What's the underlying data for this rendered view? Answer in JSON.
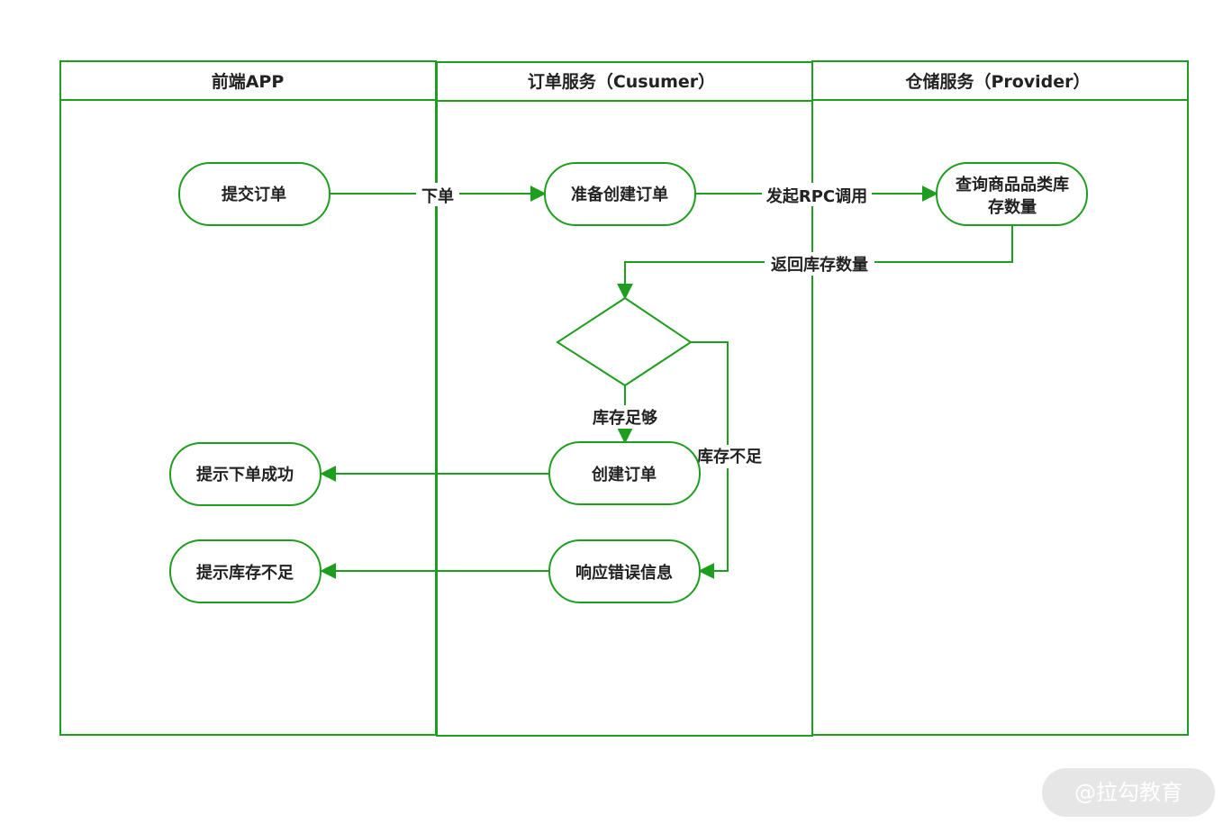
{
  "colors": {
    "stroke": "#1e9e1e",
    "text": "#222222",
    "watermark_bg": "#e6e6e6"
  },
  "lanes": [
    {
      "title": "前端APP"
    },
    {
      "title": "订单服务（Cusumer）"
    },
    {
      "title": "仓储服务（Provider）"
    }
  ],
  "nodes": {
    "submit_order": "提交订单",
    "prepare_order": "准备创建订单",
    "query_stock_line1": "查询商品品类库",
    "query_stock_line2": "存数量",
    "create_order": "创建订单",
    "error_response": "响应错误信息",
    "notify_success": "提示下单成功",
    "notify_insufficient": "提示库存不足"
  },
  "edges": {
    "place_order": "下单",
    "rpc_call": "发起RPC调用",
    "return_stock": "返回库存数量",
    "stock_enough": "库存足够",
    "stock_insufficient": "库存不足"
  },
  "watermark": "@拉勾教育"
}
